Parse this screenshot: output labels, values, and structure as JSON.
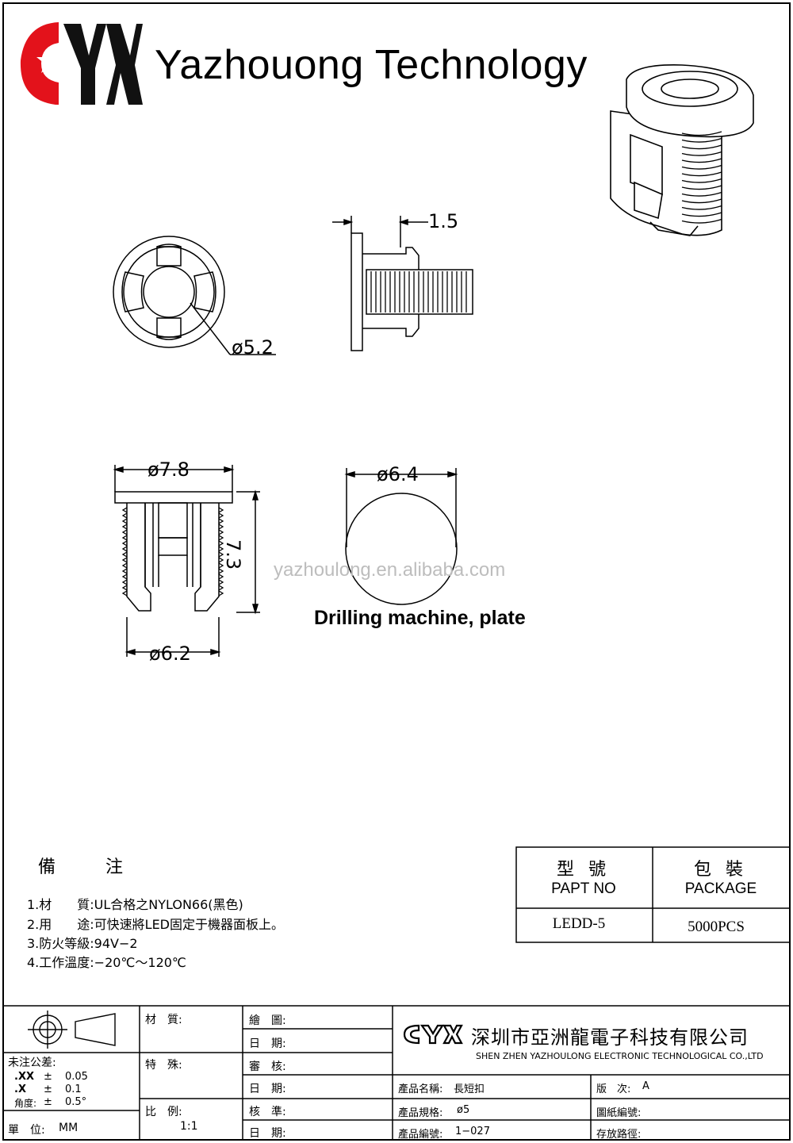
{
  "header": {
    "logo_text": "CYX",
    "company": "Yazhouong Technology"
  },
  "dimensions": {
    "flange_thickness": "1.5",
    "inner_diameter": "ø5.2",
    "flange_diameter": "ø7.8",
    "height": "7.3",
    "body_diameter": "ø6.2",
    "hole_diameter": "ø6.4"
  },
  "caption": "Drilling machine, plate",
  "watermark": "yazhoulong.en.alibaba.com",
  "notes": {
    "title": "備 注",
    "items": [
      "1.材　　質:UL合格之NYLON66(黑色)",
      "2.用　　途:可快速將LED固定于機器面板上。",
      "3.防火等級:94V−2",
      "4.工作溫度:−20℃～120℃"
    ]
  },
  "package_table": {
    "part_no_zh": "型 號",
    "part_no_en": "PAPT NO",
    "package_zh": "包 裝",
    "package_en": "PACKAGE",
    "part_no_value": "LEDD-5",
    "package_value": "5000PCS"
  },
  "title_block": {
    "tolerance_label": "未注公差:",
    "tol_rows": [
      {
        "k": ".XX",
        "pm": "±",
        "v": "0.05"
      },
      {
        "k": ".X",
        "pm": "±",
        "v": "0.1"
      },
      {
        "k": "角度:",
        "pm": "±",
        "v": "0.5°"
      }
    ],
    "unit_label": "單　位:",
    "unit_value": "MM",
    "material_label": "材　質:",
    "special_label": "特　殊:",
    "scale_label": "比　例:",
    "scale_value": "1:1",
    "drawn_label": "繪　圖:",
    "date1_label": "日　期:",
    "review_label": "審　核:",
    "date2_label": "日　期:",
    "approve_label": "核　準:",
    "date3_label": "日　期:",
    "logo_text": "CYX",
    "company_zh": "深圳市亞洲龍電子科技有限公司",
    "company_en": "SHEN ZHEN YAZHOULONG ELECTRONIC TECHNOLOGICAL CO.,LTD",
    "product_name_label": "產品名稱:",
    "product_name_value": "長短扣",
    "product_spec_label": "產品規格:",
    "product_spec_value": "ø5",
    "product_code_label": "產品編號:",
    "product_code_value": "1−027",
    "version_label": "版　次:",
    "version_value": "A",
    "drawing_no_label": "圖紙編號:",
    "storage_label": "存放路徑:"
  },
  "colors": {
    "logo_red": "#e3121b",
    "logo_black": "#111111",
    "watermark": "#bdbdbd"
  }
}
